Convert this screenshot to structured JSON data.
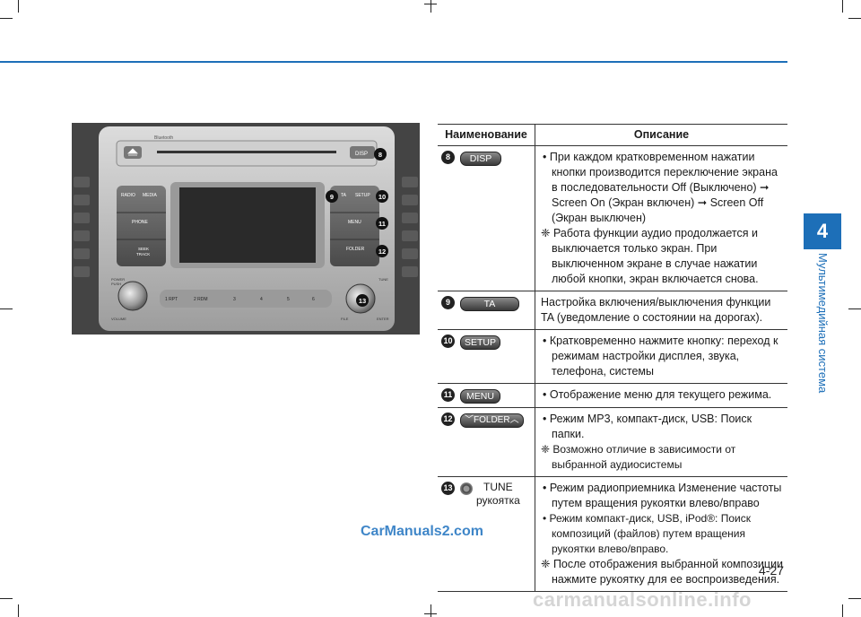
{
  "chapter": {
    "number": "4",
    "title": "Мультимедийная система"
  },
  "radio": {
    "bluetooth": "Bluetooth",
    "disp": "DISP",
    "radio": "RADIO",
    "media": "MEDIA",
    "phone": "PHONE",
    "seek": "SEEK",
    "track": "TRACK",
    "ta": "TA",
    "setup": "SETUP",
    "menu": "MENU",
    "folder": "FOLDER",
    "power": "POWER",
    "push": "PUSH",
    "volume": "VOLUME",
    "tune": "TUNE",
    "file": "FILE",
    "enter": "ENTER",
    "presets": [
      "1 RPT",
      "2 RDM",
      "3",
      "4",
      "5",
      "6"
    ],
    "callouts": [
      "8",
      "9",
      "10",
      "11",
      "12",
      "13"
    ]
  },
  "table": {
    "header_name": "Наименование",
    "header_desc": "Описание",
    "rows": [
      {
        "num": "8",
        "label": "DISP",
        "lines": [
          "• При каждом кратковременном нажатии кнопки производится переключение экрана в последовательности Off (Выключено) ➞ Screen On (Экран включен) ➞ Screen Off (Экран выключен)",
          "❈ Работа функции аудио продолжается и выключается только экран. При выключенном экране в случае нажатии любой кнопки, экран включается снова."
        ]
      },
      {
        "num": "9",
        "label": "TA",
        "lines": [
          "Настройка включения/выключения функции TA (уведомление о состоянии на дорогах)."
        ]
      },
      {
        "num": "10",
        "label": "SETUP",
        "lines": [
          "• Кратковременно нажмите кнопку: переход к режимам настройки дисплея, звука, телефона, системы"
        ]
      },
      {
        "num": "11",
        "label": "MENU",
        "lines": [
          "• Отображение меню для текущего режима."
        ]
      },
      {
        "num": "12",
        "label": "FOLDER",
        "lines": [
          "• Режим MP3, компакт-диск, USB: Поиск папки.",
          "❈ Возможно отличие в зависимости от выбранной аудиосистемы"
        ]
      },
      {
        "num": "13",
        "label": "TUNE",
        "label2": "рукоятка",
        "lines": [
          "• Режим радиоприемника Изменение частоты путем вращения рукоятки влево/вправо",
          "• Режим компакт-диск, USB, iPod®: Поиск композиций (файлов) путем вращения рукоятки влево/вправо.",
          "❈ После отображения выбранной композиции нажмите рукоятку для ее воспроизведения."
        ]
      }
    ]
  },
  "watermark": "CarManuals2.com",
  "page_number": "4-27",
  "footer_watermark": "carmanualsonline.info",
  "colors": {
    "accent": "#1d6fb8",
    "watermark": "#3f86c8"
  }
}
